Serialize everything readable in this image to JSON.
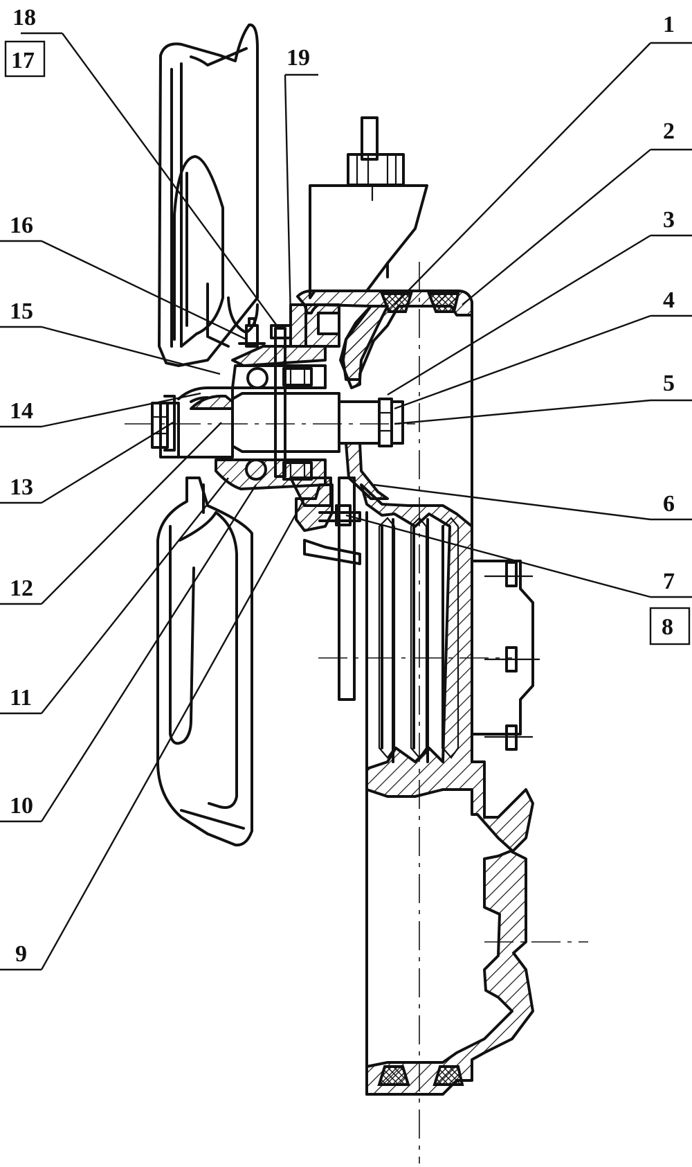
{
  "labels": [
    {
      "id": "1",
      "text": "1"
    },
    {
      "id": "2",
      "text": "2"
    },
    {
      "id": "3",
      "text": "3"
    },
    {
      "id": "4",
      "text": "4"
    },
    {
      "id": "5",
      "text": "5"
    },
    {
      "id": "6",
      "text": "6"
    },
    {
      "id": "7",
      "text": "7"
    },
    {
      "id": "8",
      "text": "8"
    },
    {
      "id": "9",
      "text": "9"
    },
    {
      "id": "10",
      "text": "10"
    },
    {
      "id": "11",
      "text": "11"
    },
    {
      "id": "12",
      "text": "12"
    },
    {
      "id": "13",
      "text": "13"
    },
    {
      "id": "14",
      "text": "14"
    },
    {
      "id": "15",
      "text": "15"
    },
    {
      "id": "16",
      "text": "16"
    },
    {
      "id": "17",
      "text": "17"
    },
    {
      "id": "18",
      "text": "18"
    },
    {
      "id": "19",
      "text": "19"
    }
  ],
  "boxed_labels": [
    "8",
    "17"
  ],
  "colors": {
    "ink": "#111111",
    "paper": "#ffffff"
  }
}
